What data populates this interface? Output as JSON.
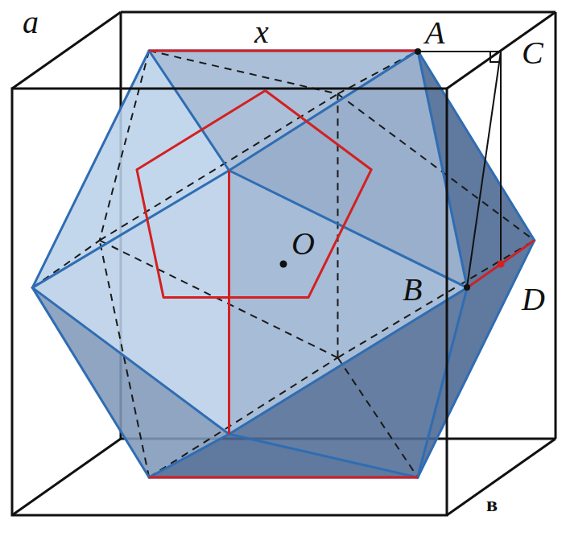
{
  "diagram": {
    "labels": [
      "a",
      "x",
      "A",
      "C",
      "O",
      "B",
      "D",
      "в"
    ]
  }
}
